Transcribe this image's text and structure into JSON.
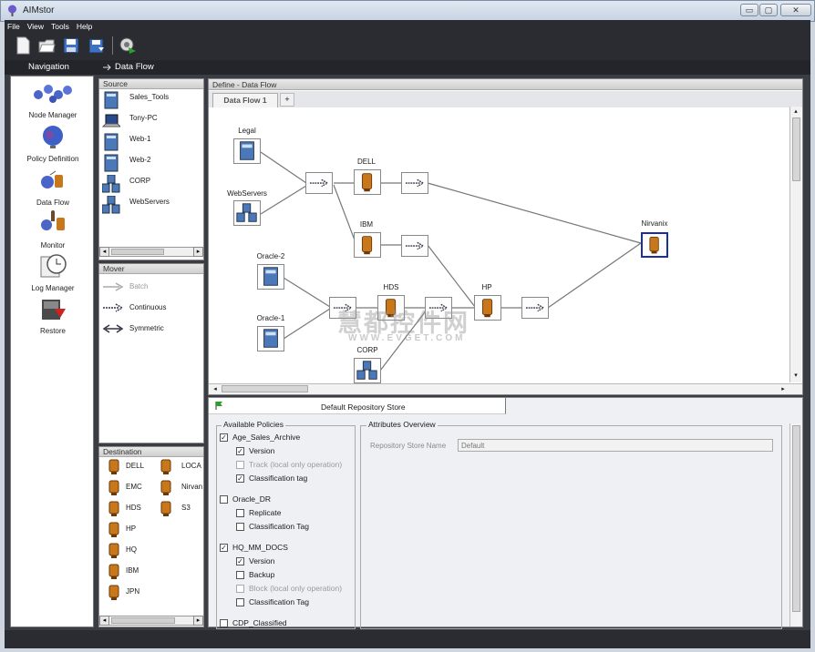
{
  "window": {
    "title": "AIMstor",
    "minimize": "▭",
    "maximize": "▢",
    "close": "✕"
  },
  "menu": [
    "File",
    "View",
    "Tools",
    "Help"
  ],
  "headers": {
    "navigation": "Navigation",
    "data_flow": "Data Flow"
  },
  "nav": [
    {
      "label": "Node Manager",
      "icon": "node-manager-icon"
    },
    {
      "label": "Policy Definition",
      "icon": "globe-icon"
    },
    {
      "label": "Data Flow",
      "icon": "data-flow-icon"
    },
    {
      "label": "Monitor",
      "icon": "monitor-icon"
    },
    {
      "label": "Log Manager",
      "icon": "clock-icon"
    },
    {
      "label": "Restore",
      "icon": "restore-icon"
    }
  ],
  "source": {
    "header": "Source",
    "items": [
      "Sales_Tools",
      "Tony-PC",
      "Web-1",
      "Web-2",
      "CORP",
      "WebServers"
    ]
  },
  "mover": {
    "header": "Mover",
    "items": [
      {
        "label": "Batch",
        "disabled": true
      },
      {
        "label": "Continuous",
        "disabled": false
      },
      {
        "label": "Symmetric",
        "disabled": false
      }
    ]
  },
  "destination": {
    "header": "Destination",
    "col1": [
      "DELL",
      "EMC",
      "HDS",
      "HP",
      "HQ",
      "IBM",
      "JPN"
    ],
    "col2": [
      "LOCA",
      "Nirvan",
      "S3"
    ]
  },
  "define": {
    "header": "Define - Data Flow",
    "tab": "Data Flow 1",
    "add_tab": "+",
    "nodes": {
      "legal": "Legal",
      "webservers": "WebServers",
      "dell": "DELL",
      "ibm": "IBM",
      "nirvanix": "Nirvanix",
      "oracle2": "Oracle-2",
      "oracle1": "Oracle-1",
      "hds": "HDS",
      "hp": "HP",
      "corp": "CORP"
    },
    "watermark": "慧都控件网",
    "watermark_url": "WWW.EVGET.COM"
  },
  "bottom": {
    "title": "Default Repository Store",
    "policies_legend": "Available Policies",
    "attributes_legend": "Attributes Overview",
    "repo_label": "Repository Store Name",
    "repo_value": "Default",
    "policies": [
      {
        "label": "Age_Sales_Archive",
        "checked": true,
        "level": 0
      },
      {
        "label": "Version",
        "checked": true,
        "level": 1
      },
      {
        "label": "Track (local only operation)",
        "checked": false,
        "level": 1,
        "disabled": true
      },
      {
        "label": "Classification tag",
        "checked": true,
        "level": 1
      },
      {
        "label": "Oracle_DR",
        "checked": false,
        "level": 0
      },
      {
        "label": "Replicate",
        "checked": false,
        "level": 1
      },
      {
        "label": "Classification Tag",
        "checked": false,
        "level": 1
      },
      {
        "label": "HQ_MM_DOCS",
        "checked": true,
        "level": 0
      },
      {
        "label": "Version",
        "checked": true,
        "level": 1
      },
      {
        "label": "Backup",
        "checked": false,
        "level": 1
      },
      {
        "label": "Block (local only operation)",
        "checked": false,
        "level": 1,
        "disabled": true
      },
      {
        "label": "Classification Tag",
        "checked": false,
        "level": 1
      },
      {
        "label": "CDP_Classified",
        "checked": false,
        "level": 0
      }
    ]
  },
  "colors": {
    "accent": "#1a2ea0",
    "dark": "#2a2c31",
    "storage": "#c8781a"
  }
}
